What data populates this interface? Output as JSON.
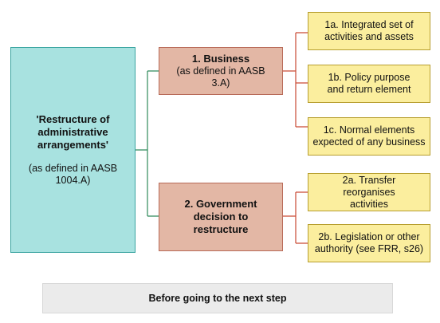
{
  "root": {
    "title": "'Restructure of administrative arrangements'",
    "subtitle": "(as defined in AASB 1004.A)"
  },
  "branches": [
    {
      "label": "1. Business",
      "note": "(as defined in AASB 3.A)",
      "children": [
        "1a. Integrated set of activities and assets",
        "1b. Policy purpose and return element",
        "1c. Normal elements expected of any business"
      ]
    },
    {
      "label": "2. Government decision to restructure",
      "note": "",
      "children": [
        "2a. Transfer reorganises activities",
        "2b. Legislation or other authority (see FRR, s26)"
      ]
    }
  ],
  "footer": {
    "label": "Before going to the next step"
  },
  "colors": {
    "root_fill": "#a8e2e0",
    "branch_fill": "#e3b7a5",
    "leaf_fill": "#fbee9e",
    "root_connector": "#2f8a5a",
    "branch_connector": "#c94a35"
  }
}
